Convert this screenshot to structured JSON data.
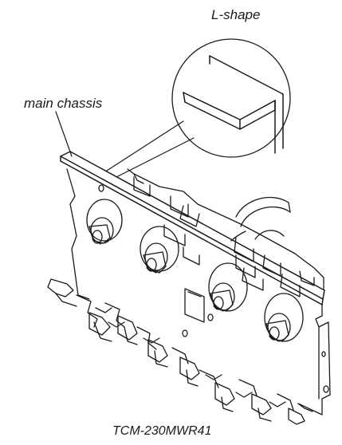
{
  "labels": {
    "l_shape": "L-shape",
    "main_chassis": "main chassis",
    "model_code": "TCM-230MWR41"
  },
  "colors": {
    "line": "#1a1a1a",
    "background": "#ffffff"
  }
}
